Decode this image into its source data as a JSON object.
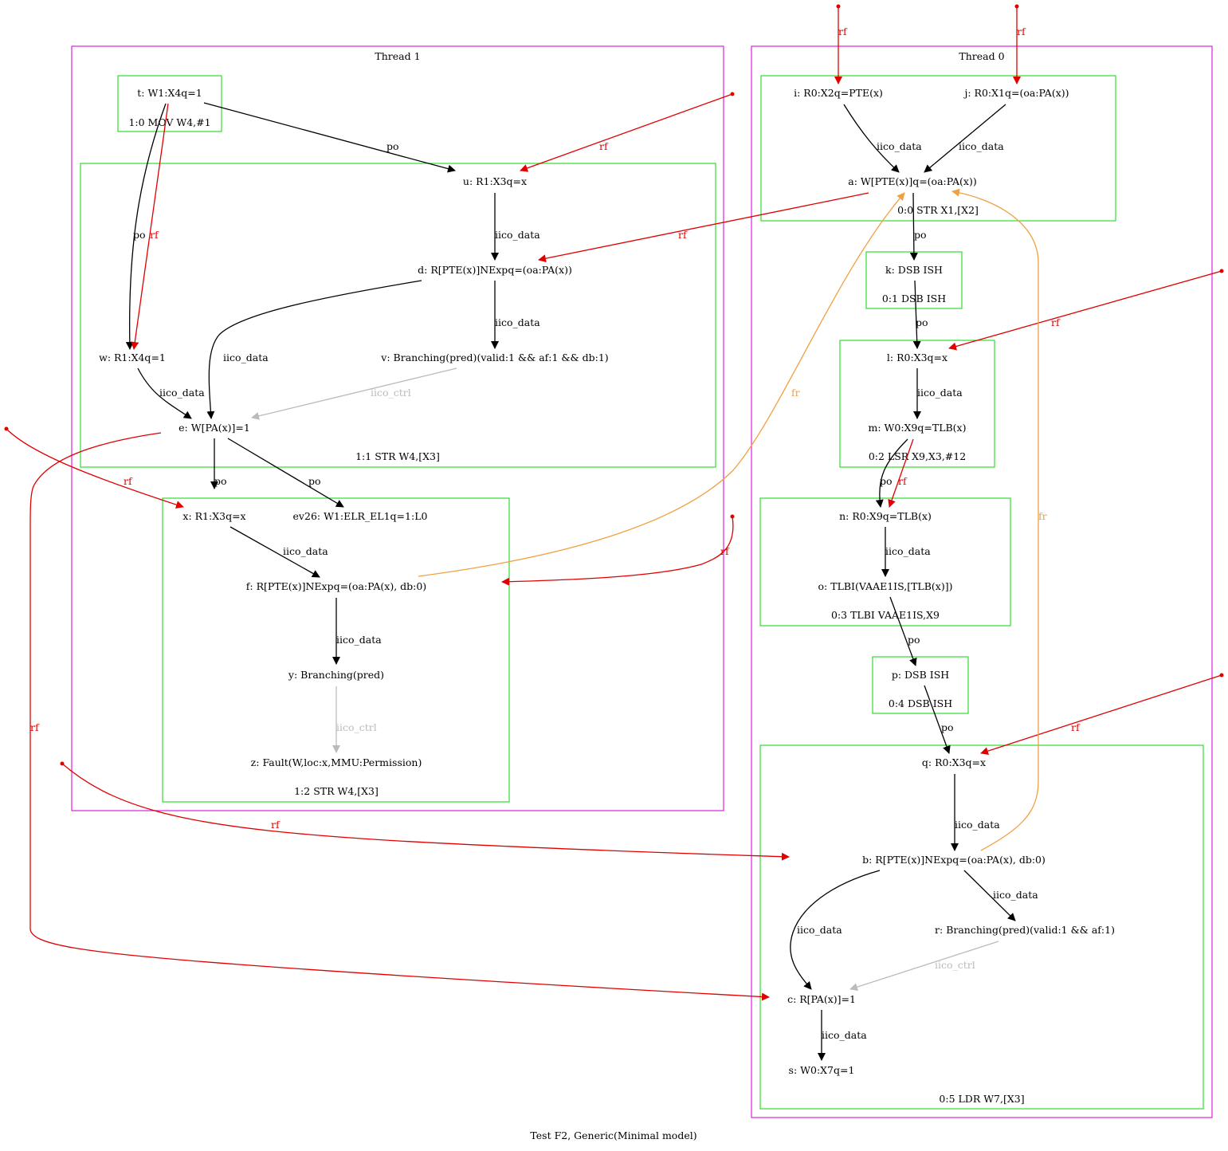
{
  "caption": "Test F2, Generic(Minimal model)",
  "colors": {
    "thread_border": "#e020e0",
    "instruction_border": "#33dd33",
    "po": "#000000",
    "iico_data": "#000000",
    "iico_ctrl": "#bbbbbb",
    "rf": "#e00000",
    "fr": "#f0a040"
  },
  "threads": {
    "t1": {
      "label": "Thread 1"
    },
    "t0": {
      "label": "Thread 0"
    }
  },
  "instructions": {
    "t": {
      "label": "1:0 MOV W4,#1"
    },
    "i11": {
      "label": "1:1 STR W4,[X3]"
    },
    "i12": {
      "label": "1:2 STR W4,[X3]"
    },
    "a": {
      "label": "0:0 STR X1,[X2]"
    },
    "k": {
      "label": "0:1 DSB ISH"
    },
    "l": {
      "label": "0:2 LSR X9,X3,#12"
    },
    "n": {
      "label": "0:3 TLBI VAAE1IS,X9"
    },
    "p": {
      "label": "0:4 DSB ISH"
    },
    "q": {
      "label": "0:5 LDR W7,[X3]"
    }
  },
  "nodes": {
    "t": "t: W1:X4q=1",
    "u": "u: R1:X3q=x",
    "d": "d: R[PTE(x)]NExpq=(oa:PA(x))",
    "w": "w: R1:X4q=1",
    "v": "v: Branching(pred)(valid:1 && af:1 && db:1)",
    "e": "e: W[PA(x)]=1",
    "x": "x: R1:X3q=x",
    "ev26": "ev26: W1:ELR_EL1q=1:L0",
    "f": "f: R[PTE(x)]NExpq=(oa:PA(x), db:0)",
    "y": "y: Branching(pred)",
    "z": "z: Fault(W,loc:x,MMU:Permission)",
    "i": "i: R0:X2q=PTE(x)",
    "j": "j: R0:X1q=(oa:PA(x))",
    "a": "a: W[PTE(x)]q=(oa:PA(x))",
    "k": "k: DSB ISH",
    "l": "l: R0:X3q=x",
    "m": "m: W0:X9q=TLB(x)",
    "n": "n: R0:X9q=TLB(x)",
    "o": "o: TLBI(VAAE1IS,[TLB(x)])",
    "p": "p: DSB ISH",
    "q": "q: R0:X3q=x",
    "b": "b: R[PTE(x)]NExpq=(oa:PA(x), db:0)",
    "r": "r: Branching(pred)(valid:1 && af:1)",
    "c": "c: R[PA(x)]=1",
    "s": "s: W0:X7q=1"
  },
  "edges": [
    {
      "from": "t",
      "to": "u",
      "label": "po",
      "kind": "po"
    },
    {
      "from": "t",
      "to": "w",
      "label": "po",
      "kind": "po"
    },
    {
      "from": "t",
      "to": "w",
      "label": "rf",
      "kind": "rf"
    },
    {
      "from": "init",
      "to": "u",
      "label": "rf",
      "kind": "rf"
    },
    {
      "from": "u",
      "to": "d",
      "label": "iico_data",
      "kind": "iico_data"
    },
    {
      "from": "d",
      "to": "v",
      "label": "iico_data",
      "kind": "iico_data"
    },
    {
      "from": "d",
      "to": "e",
      "label": "iico_data",
      "kind": "iico_data"
    },
    {
      "from": "w",
      "to": "e",
      "label": "iico_data",
      "kind": "iico_data"
    },
    {
      "from": "v",
      "to": "e",
      "label": "iico_ctrl",
      "kind": "iico_ctrl"
    },
    {
      "from": "e",
      "to": "x",
      "label": "po",
      "kind": "po"
    },
    {
      "from": "e",
      "to": "ev26",
      "label": "po",
      "kind": "po"
    },
    {
      "from": "init",
      "to": "x",
      "label": "rf",
      "kind": "rf"
    },
    {
      "from": "x",
      "to": "f",
      "label": "iico_data",
      "kind": "iico_data"
    },
    {
      "from": "init",
      "to": "f",
      "label": "rf",
      "kind": "rf"
    },
    {
      "from": "f",
      "to": "y",
      "label": "iico_data",
      "kind": "iico_data"
    },
    {
      "from": "y",
      "to": "z",
      "label": "iico_ctrl",
      "kind": "iico_ctrl"
    },
    {
      "from": "f",
      "to": "a",
      "label": "fr",
      "kind": "fr"
    },
    {
      "from": "init",
      "to": "i",
      "label": "rf",
      "kind": "rf"
    },
    {
      "from": "init",
      "to": "j",
      "label": "rf",
      "kind": "rf"
    },
    {
      "from": "i",
      "to": "a",
      "label": "iico_data",
      "kind": "iico_data"
    },
    {
      "from": "j",
      "to": "a",
      "label": "iico_data",
      "kind": "iico_data"
    },
    {
      "from": "a",
      "to": "d",
      "label": "rf",
      "kind": "rf"
    },
    {
      "from": "a",
      "to": "k",
      "label": "po",
      "kind": "po"
    },
    {
      "from": "k",
      "to": "l",
      "label": "po",
      "kind": "po"
    },
    {
      "from": "init",
      "to": "l",
      "label": "rf",
      "kind": "rf"
    },
    {
      "from": "l",
      "to": "m",
      "label": "iico_data",
      "kind": "iico_data"
    },
    {
      "from": "m",
      "to": "n",
      "label": "po",
      "kind": "po"
    },
    {
      "from": "m",
      "to": "n",
      "label": "rf",
      "kind": "rf"
    },
    {
      "from": "n",
      "to": "o",
      "label": "iico_data",
      "kind": "iico_data"
    },
    {
      "from": "o",
      "to": "p",
      "label": "po",
      "kind": "po"
    },
    {
      "from": "p",
      "to": "q",
      "label": "po",
      "kind": "po"
    },
    {
      "from": "init",
      "to": "q",
      "label": "rf",
      "kind": "rf"
    },
    {
      "from": "q",
      "to": "b",
      "label": "iico_data",
      "kind": "iico_data"
    },
    {
      "from": "init",
      "to": "b",
      "label": "rf",
      "kind": "rf"
    },
    {
      "from": "b",
      "to": "a",
      "label": "fr",
      "kind": "fr"
    },
    {
      "from": "b",
      "to": "r",
      "label": "iico_data",
      "kind": "iico_data"
    },
    {
      "from": "b",
      "to": "c",
      "label": "iico_data",
      "kind": "iico_data"
    },
    {
      "from": "r",
      "to": "c",
      "label": "iico_ctrl",
      "kind": "iico_ctrl"
    },
    {
      "from": "e",
      "to": "c",
      "label": "rf",
      "kind": "rf"
    },
    {
      "from": "c",
      "to": "s",
      "label": "iico_data",
      "kind": "iico_data"
    }
  ]
}
